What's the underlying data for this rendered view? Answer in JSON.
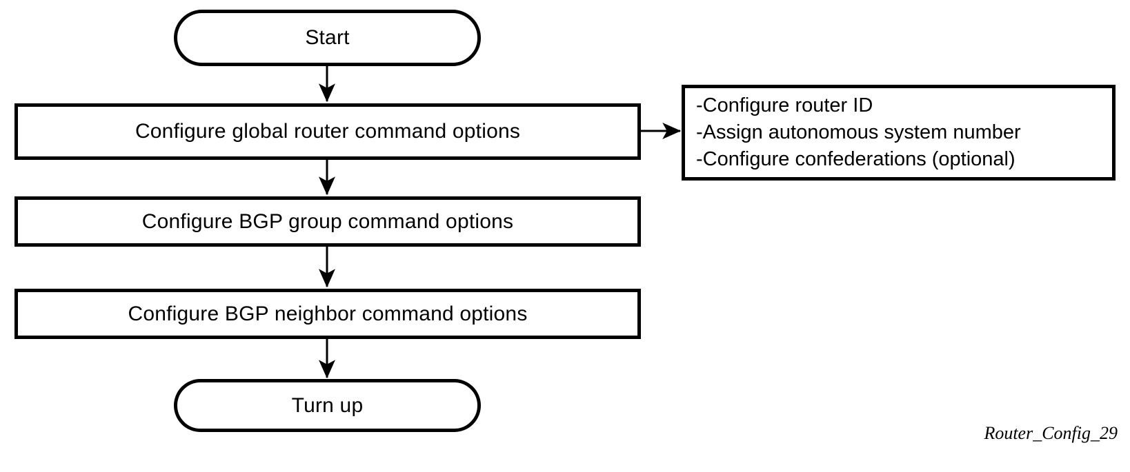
{
  "diagram": {
    "caption": "Router_Config_29",
    "colors": {
      "stroke": "#000000",
      "fill": "#ffffff",
      "text": "#000000"
    },
    "nodes": [
      {
        "id": "start",
        "shape": "terminal",
        "label": "Start"
      },
      {
        "id": "global",
        "shape": "process",
        "label": "Configure global router command options"
      },
      {
        "id": "group",
        "shape": "process",
        "label": "Configure BGP group command options"
      },
      {
        "id": "neighbor",
        "shape": "process",
        "label": "Configure BGP neighbor command options"
      },
      {
        "id": "turnup",
        "shape": "terminal",
        "label": "Turn up"
      }
    ],
    "callout": {
      "id": "global-details",
      "lines": [
        "-Configure router ID",
        "-Assign autonomous system number",
        "-Configure confederations (optional)"
      ]
    },
    "edges": [
      {
        "from": "start",
        "to": "global",
        "kind": "arrow-down"
      },
      {
        "from": "global",
        "to": "group",
        "kind": "arrow-down"
      },
      {
        "from": "group",
        "to": "neighbor",
        "kind": "arrow-down"
      },
      {
        "from": "neighbor",
        "to": "turnup",
        "kind": "arrow-down"
      },
      {
        "from": "global",
        "to": "global-details",
        "kind": "arrow-right"
      }
    ]
  }
}
